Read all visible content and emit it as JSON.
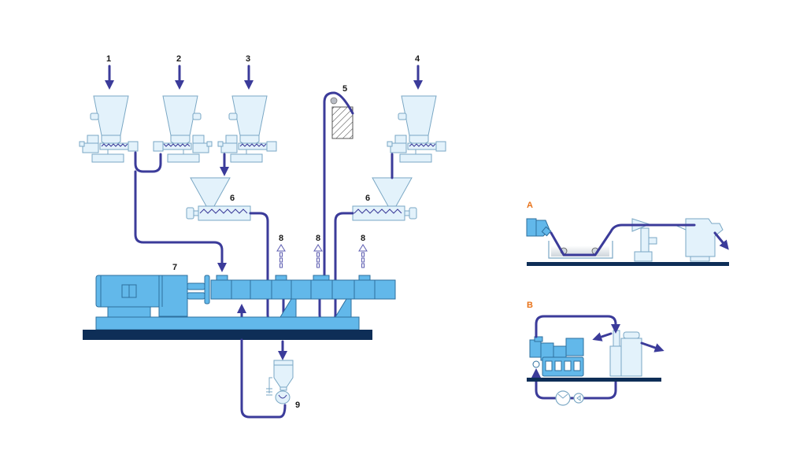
{
  "colors": {
    "flow": "#3b3b9a",
    "equipment_pale": "#e3f2fb",
    "equipment_blue": "#62b8ea",
    "base": "#0e2e57",
    "accent_labels": "#e8731a"
  },
  "main": {
    "feeder_labels": [
      "1",
      "2",
      "3",
      "4"
    ],
    "roll_label": "5",
    "side_feeder_labels": [
      "6",
      "6"
    ],
    "extruder_label": "7",
    "vent_labels": [
      "8",
      "8",
      "8"
    ],
    "pelletizer_label": "9"
  },
  "insets": {
    "a_label": "A",
    "b_label": "B"
  }
}
